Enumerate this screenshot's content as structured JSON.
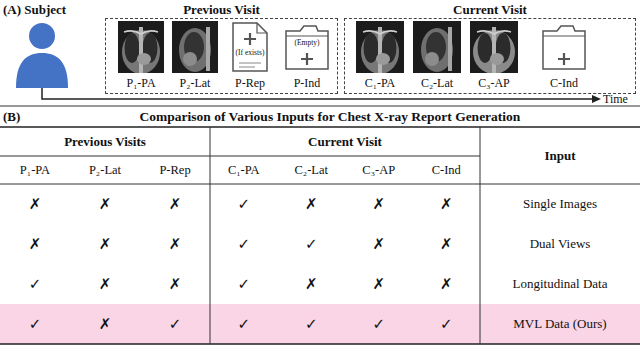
{
  "diagram": {
    "nodes": [
      {
        "text": [
          "Previous Visit"
        ]
      },
      {
        "text": [
          "P₁-PA"
        ],
        "in": 0
      },
      {
        "text": [
          "P₂-Lat"
        ],
        "in": 0
      },
      {
        "text": [
          "(If exists)",
          "P-Rep"
        ],
        "in": 0
      },
      {
        "text": [
          "(Empty)",
          "P-Ind"
        ],
        "in": 0
      },
      {
        "text": [
          "Current Visit"
        ]
      },
      {
        "text": [
          "C₁-PA"
        ],
        "in": 5
      },
      {
        "text": [
          "C₂-Lat"
        ],
        "in": 5
      },
      {
        "text": [
          "C₃-AP"
        ],
        "in": 5
      },
      {
        "text": [
          "C-Ind"
        ],
        "in": 5
      }
    ],
    "labels": [
      "(A) Subject",
      "Time",
      "(B)",
      "Comparison of Various Inputs for Chest X-ray Report Generation",
      "Previous Visits",
      "Current Visit",
      "Input",
      "P₁-PA",
      "P₂-Lat",
      "P-Rep",
      "C₁-PA",
      "C₂-Lat",
      "C₃-AP",
      "C-Ind",
      "✗",
      "✗",
      "✗",
      "✓",
      "✗",
      "✗",
      "✗",
      "Single Images",
      "✗",
      "✗",
      "✗",
      "✓",
      "✓",
      "✗",
      "✗",
      "Dual Views",
      "✓",
      "✗",
      "✗",
      "✓",
      "✗",
      "✗",
      "✗",
      "Longitudinal Data",
      "✓",
      "✗",
      "✓",
      "✓",
      "✓",
      "✓",
      "✓",
      "MVL Data (Ours)"
    ]
  }
}
